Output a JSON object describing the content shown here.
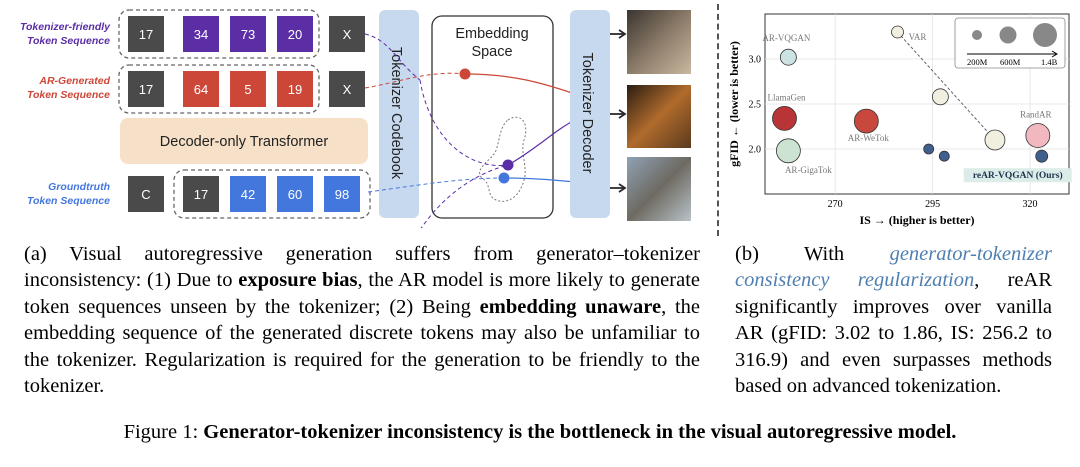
{
  "diagram": {
    "row_labels": {
      "friendly": [
        "Tokenizer-friendly",
        "Token Sequence"
      ],
      "ar": [
        "AR-Generated",
        "Token Sequence"
      ],
      "gt": [
        "Groundtruth",
        "Token Sequence"
      ]
    },
    "friendly_tokens": [
      "17",
      "34",
      "73",
      "20",
      "X"
    ],
    "ar_tokens": [
      "17",
      "64",
      "5",
      "19",
      "X"
    ],
    "gt_tokens": [
      "C",
      "17",
      "42",
      "60",
      "98"
    ],
    "transformer_label": "Decoder-only Transformer",
    "codebook_label": "Tokenizer  Codebook",
    "embedding_label": [
      "Embedding",
      "Space"
    ],
    "decoder_label": "Tokenizer  Decoder",
    "colors": {
      "friendly": "#5b2ea6",
      "ar": "#cc4738",
      "gt": "#4477dd",
      "dark_token": "#4a4a4a",
      "panel": "#c7d9ee",
      "transformer": "#f6e1c8"
    }
  },
  "chart_data": {
    "type": "scatter",
    "xlabel": "IS → (higher is better)",
    "ylabel": "gFID ← (lower is better)",
    "xlim": [
      252,
      330
    ],
    "ylim": [
      1.5,
      3.5
    ],
    "xticks": [
      "270",
      "295",
      "320"
    ],
    "yticks": [
      "2.0",
      "2.5",
      "3.0"
    ],
    "size_legend": [
      "200M",
      "600M",
      "1.4B"
    ],
    "points": [
      {
        "name": "AR-VQGAN",
        "x": 258,
        "y": 3.02,
        "color": "#cde3e3"
      },
      {
        "name": "VAR",
        "x": 286,
        "y": 3.3,
        "color": "#f0efe0"
      },
      {
        "name": "",
        "x": 297,
        "y": 2.58,
        "color": "#f0efe0"
      },
      {
        "name": "",
        "x": 311,
        "y": 2.1,
        "color": "#f0efe0"
      },
      {
        "name": "LlamaGen",
        "x": 257,
        "y": 2.34,
        "color": "#b93436"
      },
      {
        "name": "AR-WeTok",
        "x": 278,
        "y": 2.31,
        "color": "#c8483d"
      },
      {
        "name": "RandAR",
        "x": 322,
        "y": 2.15,
        "color": "#f2b8bf"
      },
      {
        "name": "AR-GigaTok",
        "x": 258,
        "y": 1.98,
        "color": "#cde3d2"
      },
      {
        "name": "",
        "x": 294,
        "y": 2.0,
        "color": "#3f5f8f"
      },
      {
        "name": "",
        "x": 298,
        "y": 1.92,
        "color": "#3f5f8f"
      },
      {
        "name": "reAR-VQGAN (Ours)",
        "x": 323,
        "y": 1.92,
        "color": "#3f5f8f"
      }
    ]
  },
  "captions": {
    "left": {
      "p1": "(a) Visual autoregressive generation suffers from generator–tokenizer inconsistency: (1) Due to ",
      "b1": "exposure bias",
      "p2": ", the AR model is more likely to generate token sequences unseen by the tokenizer; (2) Being ",
      "b2": "embedding unaware",
      "p3": ", the embedding sequence of the generated discrete tokens may also be unfamiliar to the tokenizer.  Regularization is required for the generation to be friendly to the tokenizer."
    },
    "right": {
      "p1": "(b) With ",
      "i1": "generator-tokenizer consistency regularization",
      "p2": ", reAR significantly improves over vanilla AR (gFID: 3.02 to 1.86, IS: 256.2 to 316.9) and even surpasses methods based on advanced tokenization."
    },
    "figure": {
      "prefix": "Figure 1: ",
      "bold": "Generator-tokenizer inconsistency is the bottleneck in the visual autoregressive model."
    }
  }
}
